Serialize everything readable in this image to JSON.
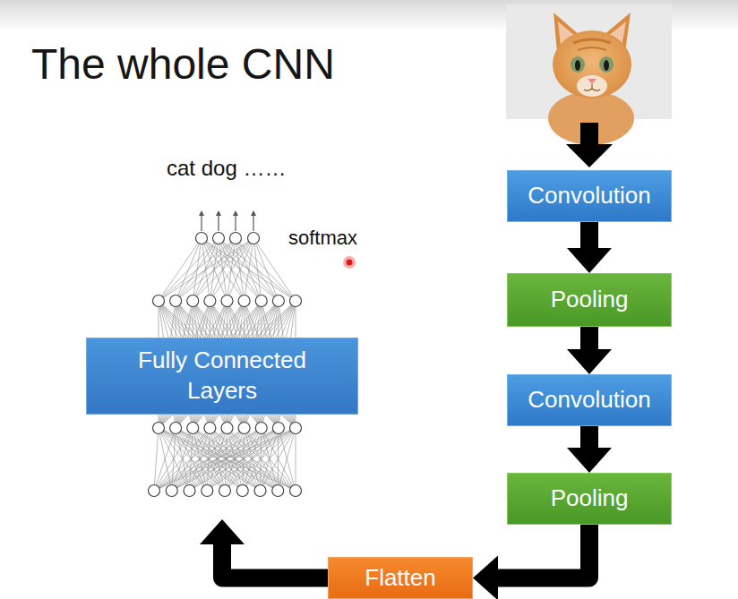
{
  "diagram": {
    "title": "The whole CNN",
    "nodes": [
      {
        "text": [
          "Convolution"
        ]
      },
      {
        "text": [
          "Pooling"
        ]
      },
      {
        "text": [
          "Convolution"
        ]
      },
      {
        "text": [
          "Pooling"
        ]
      },
      {
        "text": [
          "Flatten"
        ]
      },
      {
        "text": [
          "Fully Connected Layers"
        ]
      }
    ],
    "edges": [
      {
        "from": 0,
        "to": 1,
        "arrow": "to"
      },
      {
        "from": 1,
        "to": 2,
        "arrow": "to"
      },
      {
        "from": 2,
        "to": 3,
        "arrow": "to"
      },
      {
        "from": 3,
        "to": 4,
        "arrow": "to"
      },
      {
        "from": 4,
        "to": 5,
        "arrow": "to"
      }
    ],
    "labels": [
      "cat dog ……",
      "softmax"
    ]
  }
}
